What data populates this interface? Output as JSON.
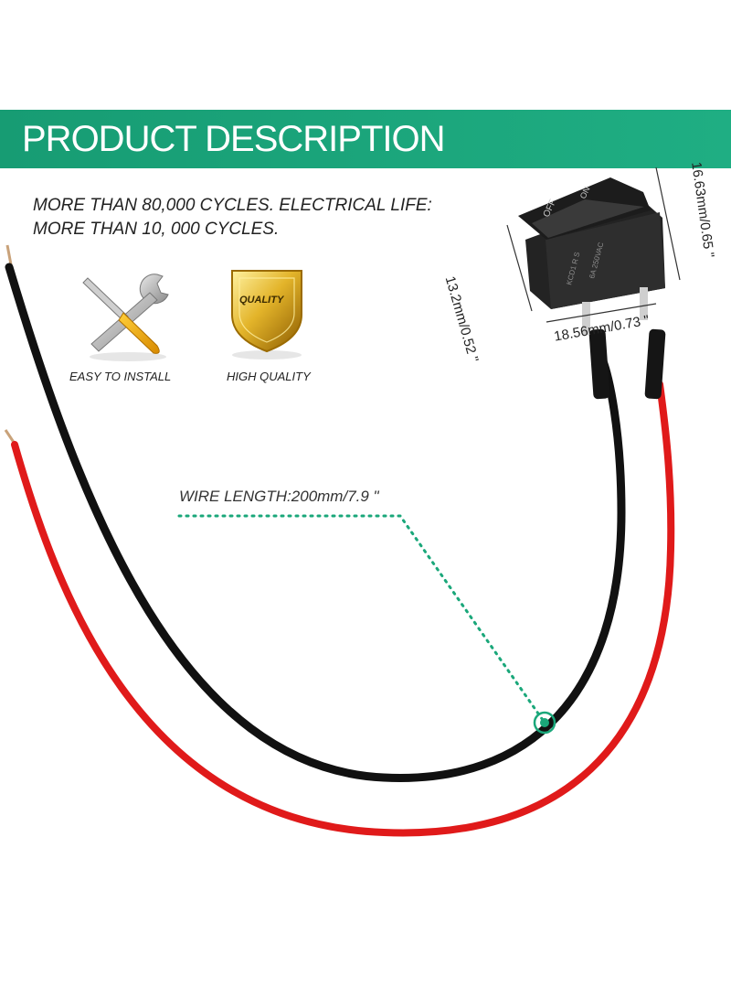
{
  "header": {
    "title": "PRODUCT DESCRIPTION"
  },
  "description": "MORE THAN 80,000 CYCLES. ELECTRICAL LIFE: MORE THAN 10, 000 CYCLES.",
  "features": [
    {
      "label": "EASY TO INSTALL",
      "icon": "wrench-screwdriver-icon"
    },
    {
      "label": "HIGH QUALITY",
      "icon": "shield-badge-icon",
      "badge_text": "QUALITY"
    }
  ],
  "wire_length_label": "WIRE LENGTH:200mm/7.9 \"",
  "dimensions": {
    "height": "13.2mm/0.52 \"",
    "depth": "16.63mm/0.65 \"",
    "width": "18.56mm/0.73 \""
  },
  "switch_markings": {
    "off": "OFF",
    "on": "ON"
  },
  "colors": {
    "banner": "#1aa77a",
    "black_wire": "#111111",
    "red_wire": "#e01a1a",
    "dotted_line": "#1aa77a"
  }
}
